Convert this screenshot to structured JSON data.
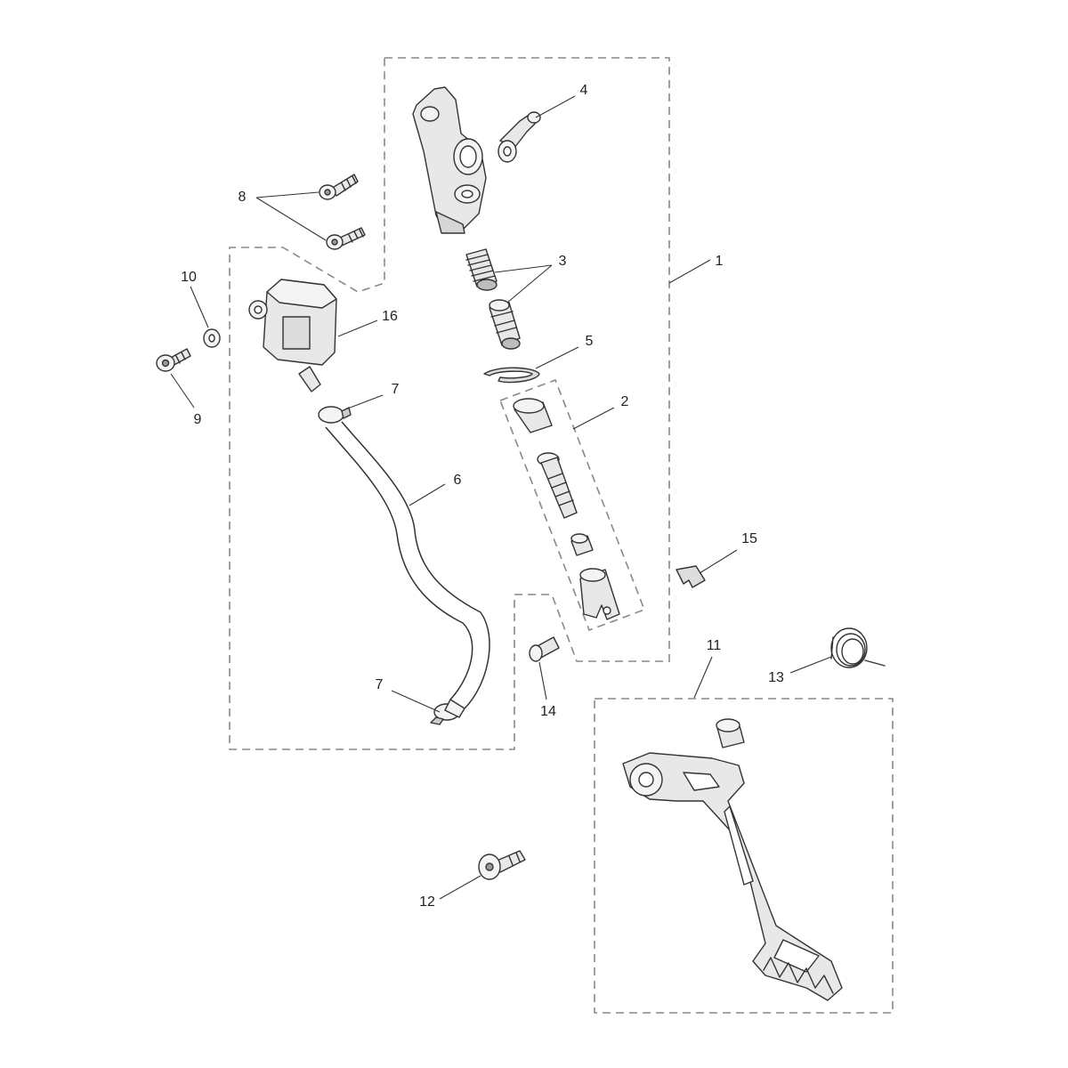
{
  "diagram": {
    "callouts": {
      "n1": "1",
      "n2": "2",
      "n3": "3",
      "n4": "4",
      "n5": "5",
      "n6": "6",
      "n7a": "7",
      "n7b": "7",
      "n8": "8",
      "n9": "9",
      "n10": "10",
      "n11": "11",
      "n12": "12",
      "n13": "13",
      "n14": "14",
      "n15": "15",
      "n16": "16"
    },
    "colors": {
      "line": "#333333",
      "dashed_box": "#888888",
      "part_fill": "#e8e8e8",
      "background": "#ffffff"
    }
  }
}
